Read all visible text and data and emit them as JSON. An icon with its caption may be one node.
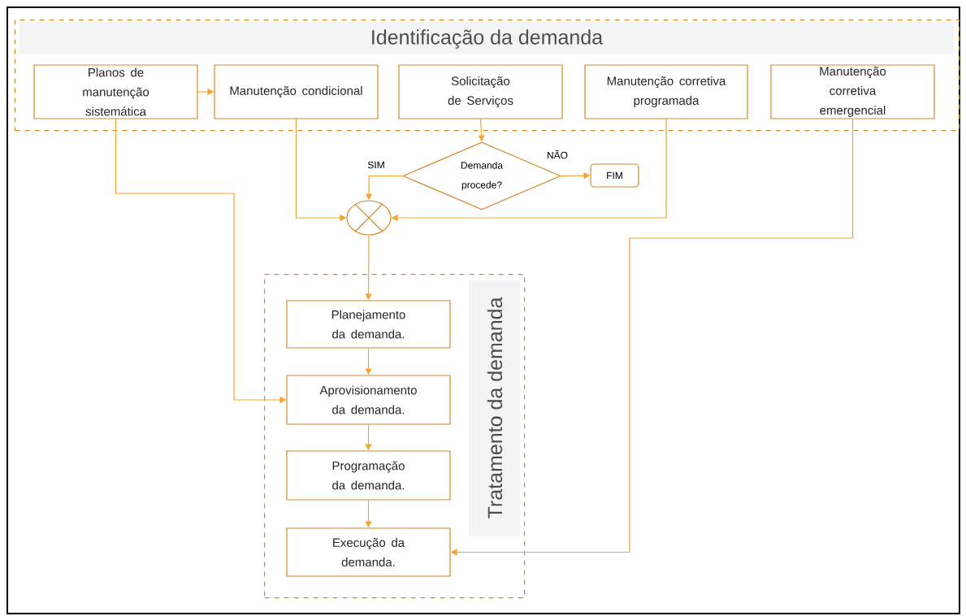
{
  "diagram": {
    "nodes": [
      {
        "text": [
          "Identificação da demanda"
        ]
      },
      {
        "text": [
          "Planos de manutenção sistemática"
        ],
        "in": 0
      },
      {
        "text": [
          "Manutenção condicional"
        ],
        "in": 0
      },
      {
        "text": [
          "Solicitação de Serviços"
        ],
        "in": 0
      },
      {
        "text": [
          "Manutenção corretiva programada"
        ],
        "in": 0
      },
      {
        "text": [
          "Manutenção corretiva emergencial"
        ],
        "in": 0
      },
      {
        "text": [
          "Demanda procede?"
        ]
      },
      {
        "text": [
          "FIM"
        ]
      },
      {
        "text": [],
        "shape": "circle"
      },
      {
        "text": [
          "Tratamento da demanda"
        ]
      },
      {
        "text": [
          "Planejamento da demanda."
        ],
        "in": 9
      },
      {
        "text": [
          "Aprovisionamento da demanda."
        ],
        "in": 9
      },
      {
        "text": [
          "Programação da demanda."
        ],
        "in": 9
      },
      {
        "text": [
          "Execução da demanda."
        ],
        "in": 9
      }
    ],
    "edges": [
      {
        "from": 1,
        "to": 2,
        "arrow": "to"
      },
      {
        "from": 3,
        "to": 6,
        "arrow": "to"
      },
      {
        "from": 6,
        "to": 8,
        "arrow": "to",
        "label": "SIM"
      },
      {
        "from": 6,
        "to": 7,
        "arrow": "to",
        "label": "NÃO"
      },
      {
        "from": 2,
        "to": 8,
        "arrow": "to"
      },
      {
        "from": 4,
        "to": 8,
        "arrow": "to"
      },
      {
        "from": 8,
        "to": 10,
        "arrow": "to"
      },
      {
        "from": 1,
        "to": 11,
        "arrow": "to"
      },
      {
        "from": 10,
        "to": 11,
        "arrow": "to"
      },
      {
        "from": 11,
        "to": 12,
        "arrow": "to"
      },
      {
        "from": 12,
        "to": 13,
        "arrow": "to"
      },
      {
        "from": 5,
        "to": 13,
        "arrow": "to"
      }
    ]
  }
}
